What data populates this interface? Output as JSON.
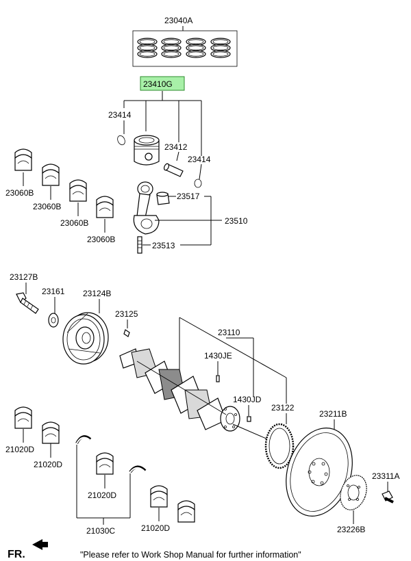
{
  "labels": {
    "ring_set": "23040A",
    "piston_assy": "23410G",
    "snap_ring_top": "23414",
    "pin": "23412",
    "snap_ring_bottom": "23414",
    "rod_bearing_1": "23060B",
    "rod_bearing_2": "23060B",
    "rod_bearing_3": "23060B",
    "rod_bearing_4": "23060B",
    "rod_bush": "23517",
    "con_rod": "23510",
    "rod_bolt": "23513",
    "pulley_bolt": "23127B",
    "washer": "23161",
    "damper_pulley": "23124B",
    "key": "23125",
    "crankshaft": "23110",
    "pin_1": "1430JE",
    "pin_2": "1430JD",
    "sprocket": "23122",
    "drive_plate": "23211B",
    "plate_bolt": "23311A",
    "adapter_plate": "23226B",
    "main_bearing_1": "21020D",
    "main_bearing_2": "21020D",
    "main_bearing_3": "21020D",
    "main_bearing_4": "21020D",
    "thrust_washer": "21030C"
  },
  "highlight_color": "#a8f0a8",
  "footer": {
    "direction": "FR.",
    "note": "\"Please refer to Work Shop Manual for further information\""
  }
}
